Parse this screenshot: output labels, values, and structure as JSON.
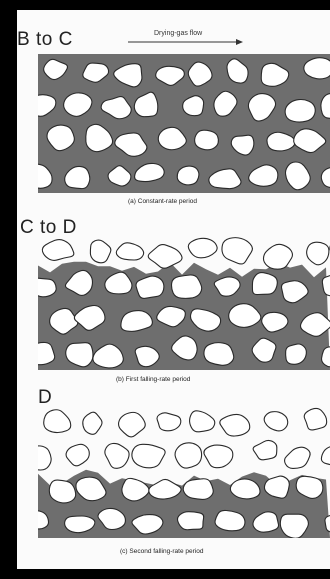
{
  "panels": [
    {
      "label": "B to C",
      "caption": "(a) Constant-rate period",
      "wet_fraction": 1.0
    },
    {
      "label": "C to D",
      "caption": "(b) First falling-rate period",
      "wet_fraction": 0.75
    },
    {
      "label": "D",
      "caption": "(c) Second falling-rate period",
      "wet_fraction": 0.45
    }
  ],
  "flow": {
    "label": "Drying-gas flow"
  },
  "colors": {
    "liquid": "#6e6e6e",
    "particle_fill": "#ffffff",
    "particle_stroke": "#2a2a2a",
    "paper": "#fbfbfb",
    "frame": "#000000"
  }
}
